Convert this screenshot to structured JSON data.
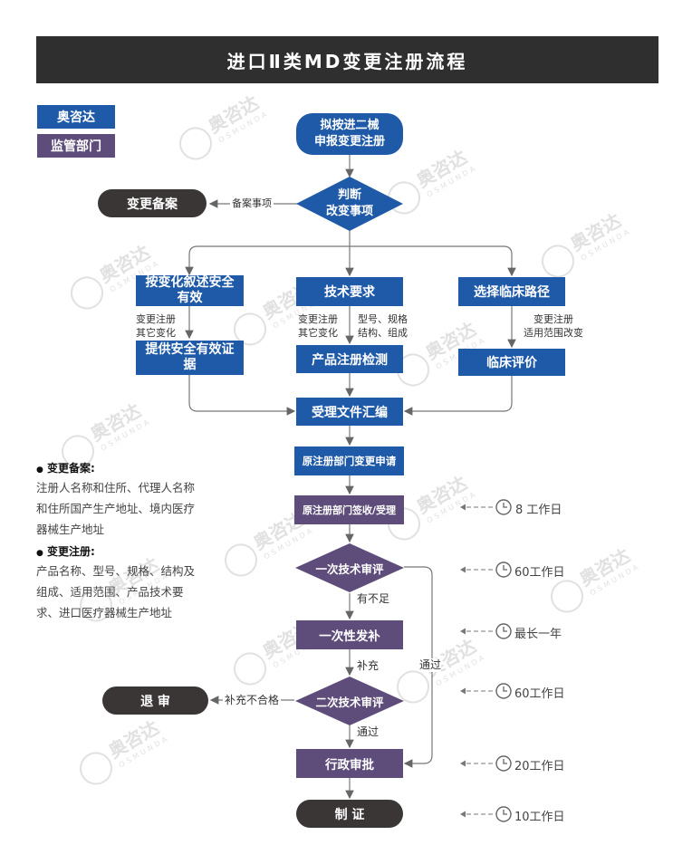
{
  "title": "进口Ⅱ类MD变更注册流程",
  "legend": {
    "company": "奥咨达",
    "authority": "监管部门"
  },
  "nodes": {
    "start": [
      "拟按进二械",
      "申报变更注册"
    ],
    "decide": [
      "判断",
      "改变事项"
    ],
    "record": "变更备案",
    "safety_desc": [
      "按变化叙述安全",
      "有效"
    ],
    "safety_evidence": [
      "提供安全有效证",
      "据"
    ],
    "tech_req": "技术要求",
    "product_test": "产品注册检测",
    "clinical_path": "选择临床路径",
    "clinical_eval": "临床评价",
    "doc_compile": "受理文件汇编",
    "orig_apply": "原注册部门变更申请",
    "orig_accept": "原注册部门签收/受理",
    "first_review": "一次技术审评",
    "supplement": "一次性发补",
    "second_review": "二次技术审评",
    "reject": "退 审",
    "admin_approve": "行政审批",
    "certificate": "制 证"
  },
  "edge_labels": {
    "record_item": "备案事项",
    "change_other_1": [
      "变更注册",
      "其它变化"
    ],
    "change_other_2": [
      "变更注册",
      "其它变化"
    ],
    "model_spec": [
      "型号、规格",
      "结构、组成"
    ],
    "change_scope": [
      "变更注册",
      "适用范围改变"
    ],
    "insufficient": "有不足",
    "supplement": "补充",
    "pass_right": "通过",
    "supplement_fail": "补充不合格",
    "pass_down": "通过"
  },
  "side_notes": {
    "record_title": "变更备案:",
    "record_lines": [
      "注册人名称和住所、代理人名称",
      "和住所国产生产地址、境内医疗",
      "器械生产地址"
    ],
    "register_title": "变更注册:",
    "register_lines": [
      "产品名称、型号、规格、结构及",
      "组成、适用范围、产品技术要",
      "求、进口医疗器械生产地址"
    ]
  },
  "timeline": [
    "8 工作日",
    "60工作日",
    "最长一年",
    "60工作日",
    "20工作日",
    "10工作日"
  ],
  "watermark": {
    "brand": "奥咨达",
    "latin": "OSMUNDA"
  },
  "colors": {
    "company": "#1f5aa8",
    "authority": "#5e4d7a",
    "terminal": "#3a3636",
    "banner": "#2f2f2f"
  }
}
